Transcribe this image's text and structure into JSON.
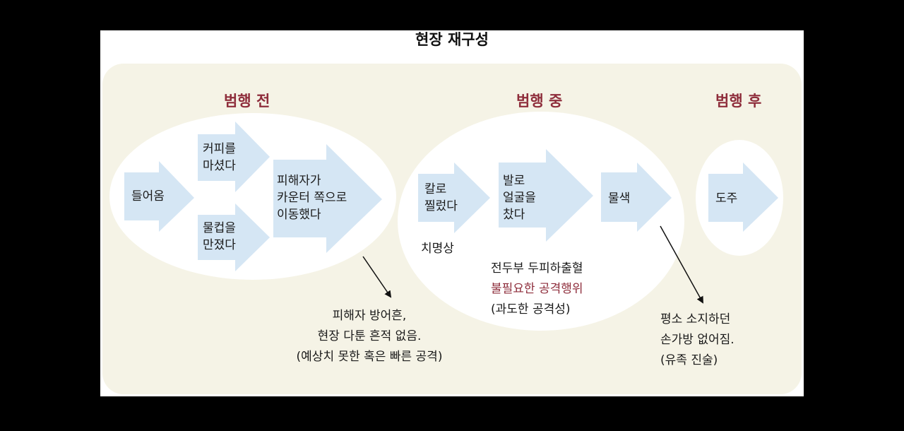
{
  "title": "현장 재구성",
  "phases": {
    "before": "범행 전",
    "during": "범행 중",
    "after": "범행 후"
  },
  "steps": {
    "enter": "들어옴",
    "coffee": [
      "커피를",
      "마셨다"
    ],
    "cup": [
      "물컵을",
      "만졌다"
    ],
    "victim_move": [
      "피해자가",
      "카운터 쪽으로",
      "이동했다"
    ],
    "stab": [
      "칼로",
      "찔렀다"
    ],
    "kick": [
      "발로",
      "얼굴을",
      "찼다"
    ],
    "search": "물색",
    "flee": "도주"
  },
  "notes": {
    "fatal": "치명상",
    "injury": [
      "전두부 두피하출혈",
      "불필요한 공격행위",
      "(과도한 공격성)"
    ],
    "defense": [
      "피해자 방어흔,",
      "현장 다툰 흔적 없음.",
      "(예상치 못한 혹은 빠른 공격)"
    ],
    "bag": [
      "평소 소지하던",
      "손가방 없어짐.",
      "(유족 진술)"
    ]
  },
  "colors": {
    "accent": "#8e2d3b",
    "arrow": "#d5e6f4",
    "panel": "#f5f3e6"
  }
}
